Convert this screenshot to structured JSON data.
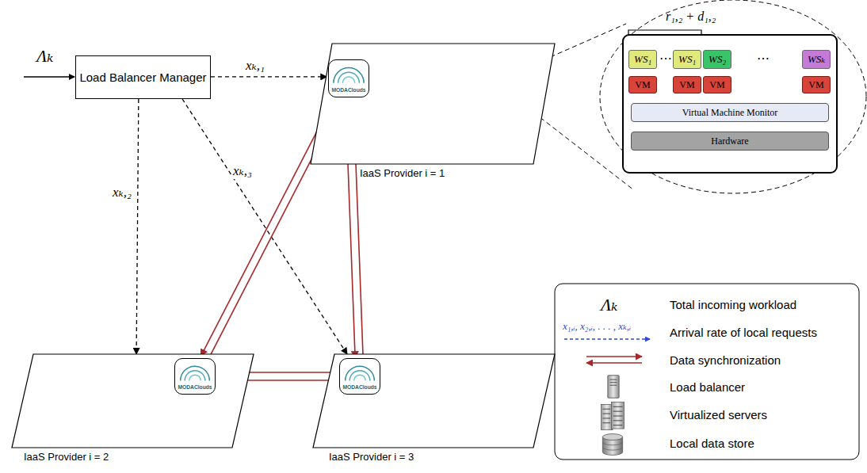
{
  "diagram": {
    "nodes": [
      {
        "text": [
          "Load Balancer Manager"
        ]
      },
      {
        "text": [
          "IaaS Provider i = 1"
        ]
      },
      {
        "text": [
          "MODAClouds"
        ],
        "in": 1
      },
      {
        "text": [
          "IaaS Provider i = 2"
        ]
      },
      {
        "text": [
          "MODAClouds"
        ],
        "in": 3
      },
      {
        "text": [
          "IaaS Provider i = 3"
        ]
      },
      {
        "text": [
          "MODAClouds"
        ],
        "in": 5
      },
      {
        "text": [
          "WS₁"
        ]
      },
      {
        "text": [
          "WS₁"
        ]
      },
      {
        "text": [
          "WS₂"
        ]
      },
      {
        "text": [
          "WSₖ"
        ]
      },
      {
        "text": [
          "VM"
        ]
      },
      {
        "text": [
          "VM"
        ]
      },
      {
        "text": [
          "VM"
        ]
      },
      {
        "text": [
          "VM"
        ]
      },
      {
        "text": [
          "Virtual Machine Monitor"
        ]
      },
      {
        "text": [
          "Hardware"
        ]
      }
    ],
    "edges": [
      {
        "from": 0,
        "to": 1,
        "label": "xₖ,₁",
        "arrow": "to"
      },
      {
        "from": 0,
        "to": 3,
        "label": "xₖ,₂",
        "arrow": "to"
      },
      {
        "from": 0,
        "to": 5,
        "label": "xₖ,₃",
        "arrow": "to"
      },
      {
        "from": 2,
        "to": 4,
        "arrow": "both"
      },
      {
        "from": 2,
        "to": 6,
        "arrow": "both"
      },
      {
        "from": 4,
        "to": 6,
        "arrow": "both"
      }
    ],
    "labels": [
      "Λₖ",
      "r₁,₂ + d₁,₂",
      "⋯",
      "⋯",
      "Λₖ",
      "x₁,ᵢ, x₂,ᵢ, . . . , xₖ,ᵢ"
    ],
    "legend": [
      {
        "text": "Total incoming workload"
      },
      {
        "text": "Arrival rate of local requests"
      },
      {
        "text": "Data synchronization"
      },
      {
        "text": "Load balancer"
      },
      {
        "text": "Virtualized servers"
      },
      {
        "text": "Local data store"
      }
    ]
  }
}
